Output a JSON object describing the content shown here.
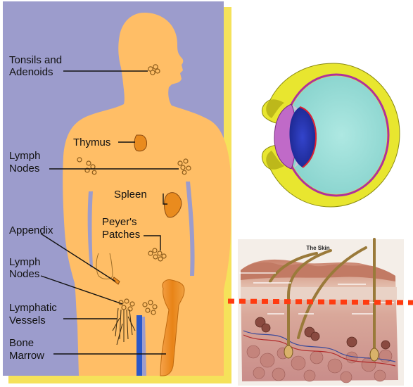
{
  "lymphatic_panel": {
    "labels": {
      "tonsils_line1": "Tonsils and",
      "tonsils_line2": "Adenoids",
      "thymus": "Thymus",
      "lymph_nodes_upper_line1": "Lymph",
      "lymph_nodes_upper_line2": "Nodes",
      "spleen": "Spleen",
      "peyers_line1": "Peyer's",
      "peyers_line2": "Patches",
      "appendix": "Appendix",
      "lymph_nodes_lower_line1": "Lymph",
      "lymph_nodes_lower_line2": "Nodes",
      "lymphatic_line1": "Lymphatic",
      "lymphatic_line2": "Vessels",
      "bone_marrow_line1": "Bone",
      "bone_marrow_line2": "Marrow"
    }
  },
  "skin_panel": {
    "title": "The Skin"
  },
  "colors": {
    "background_blue": "#9c9ccc",
    "body_fill": "#ffbe66",
    "frame_yellow": "#f5e25a",
    "organ_orange": "#e98b1e",
    "eye_sclera_yellow": "#e8e62f",
    "eye_inner_cyan": "#9be0da",
    "eye_ring_magenta": "#b0319c",
    "eye_cornea_blue": "#2c3cb4",
    "dash_red": "#ff3b10"
  }
}
